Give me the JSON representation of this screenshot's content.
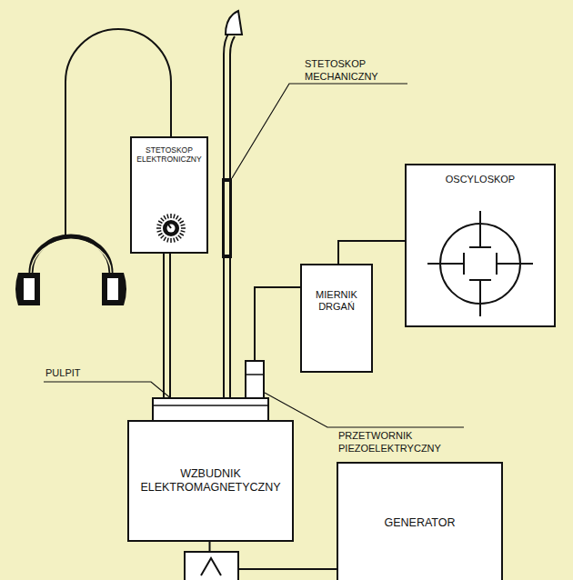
{
  "diagram": {
    "nodes": [
      {
        "text": [
          "STETOSKOP ELEKTRONICZNY"
        ]
      },
      {
        "text": [
          "OSCYLOSKOP"
        ]
      },
      {
        "text": [
          "MIERNIK DRGAŃ"
        ]
      },
      {
        "text": [
          "WZBUDNIK ELEKTROMAGNETYCZNY"
        ]
      },
      {
        "text": [
          "GENERATOR"
        ]
      }
    ],
    "edges": [
      {
        "from": 0,
        "to": 3,
        "arrow": "none"
      },
      {
        "from": 2,
        "to": 1,
        "arrow": "none"
      },
      {
        "from": 4,
        "to": 3,
        "arrow": "none"
      }
    ],
    "labels": [
      "STETOSKOP MECHANICZNY",
      "PULPIT",
      "PRZETWORNIK PIEZOELEKTRYCZNY"
    ]
  }
}
